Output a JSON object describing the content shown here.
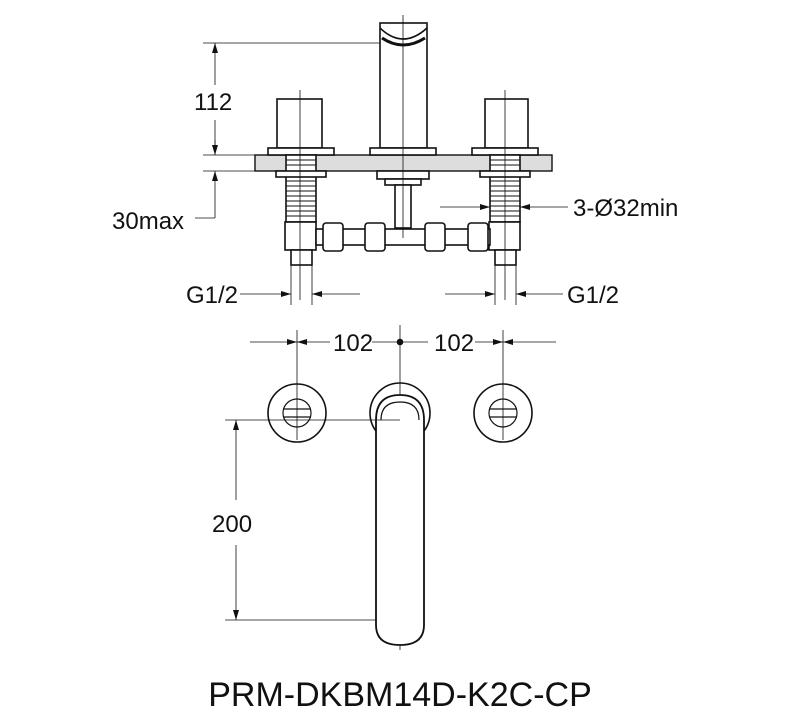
{
  "dimensions": {
    "spout_height": "112",
    "deck_thickness": "30max",
    "hole_diameter": "3-Ø32min",
    "inlet_left": "G1/2",
    "inlet_right": "G1/2",
    "spacing_left": "102",
    "spacing_right": "102",
    "spout_reach": "200"
  },
  "model_number": "PRM-DKBM14D-K2C-CP"
}
